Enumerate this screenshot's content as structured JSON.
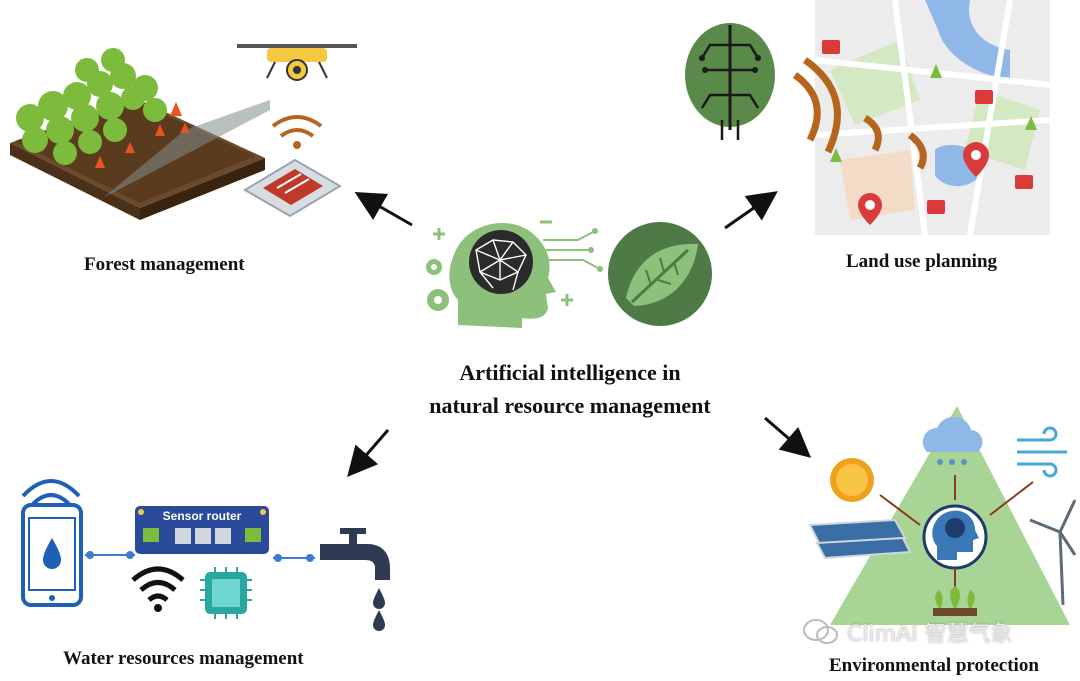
{
  "central": {
    "line1": "Artificial intelligence in",
    "line2": "natural resource management"
  },
  "labels": {
    "forest": "Forest management",
    "land": "Land use planning",
    "water": "Water resources management",
    "environment": "Environmental protection"
  },
  "router": {
    "label": "Sensor router"
  },
  "watermark": {
    "text": "ClimAI 智慧气象"
  },
  "colors": {
    "ai_green": "#8dc07a",
    "dark_green": "#4d7a45",
    "triangle_green": "#a8d596",
    "arrow": "#111111",
    "wifi_orange": "#b5651d",
    "router_blue": "#2a4a9a",
    "phone_blue": "#1f5fb5"
  }
}
